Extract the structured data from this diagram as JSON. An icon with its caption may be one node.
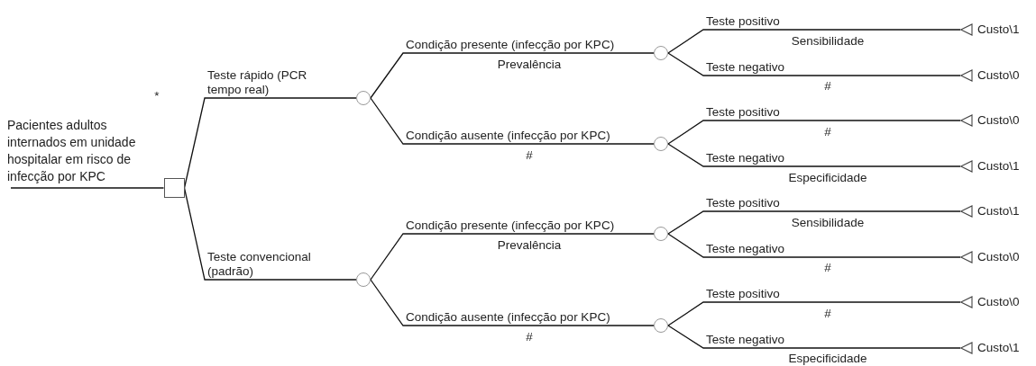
{
  "diagram": {
    "nodes": [
      {
        "text": [],
        "shape": "box",
        "beside": [
          "Pacientes adultos internados em unidade hospitalar em risco de infecção por KPC"
        ]
      },
      {
        "text": [],
        "shape": "circle"
      },
      {
        "text": [],
        "shape": "circle"
      },
      {
        "text": [
          "Custo\\1"
        ]
      },
      {
        "text": [
          "Custo\\0"
        ]
      },
      {
        "text": [],
        "shape": "circle"
      },
      {
        "text": [
          "Custo\\0"
        ]
      },
      {
        "text": [
          "Custo\\1"
        ]
      },
      {
        "text": [],
        "shape": "circle"
      },
      {
        "text": [],
        "shape": "circle"
      },
      {
        "text": [
          "Custo\\1"
        ]
      },
      {
        "text": [
          "Custo\\0"
        ]
      },
      {
        "text": [],
        "shape": "circle"
      },
      {
        "text": [
          "Custo\\0"
        ]
      },
      {
        "text": [
          "Custo\\1"
        ]
      }
    ],
    "edges": [
      {
        "from": null,
        "to": 0,
        "arrow": "none"
      },
      {
        "from": 0,
        "to": 1,
        "arrow": "none",
        "label": "Teste rápido (PCR tempo real)"
      },
      {
        "from": 0,
        "to": 8,
        "arrow": "none",
        "label": "Teste convencional (padrão)"
      },
      {
        "from": 1,
        "to": 2,
        "arrow": "none",
        "label": "Condição presente (infecção por KPC)"
      },
      {
        "from": 1,
        "to": 5,
        "arrow": "none",
        "label": "Condição ausente (infecção por KPC)"
      },
      {
        "from": 2,
        "to": 3,
        "arrow": "none",
        "label": "Teste positivo"
      },
      {
        "from": 2,
        "to": 4,
        "arrow": "none",
        "label": "Teste negativo"
      },
      {
        "from": 5,
        "to": 6,
        "arrow": "none",
        "label": "Teste positivo"
      },
      {
        "from": 5,
        "to": 7,
        "arrow": "none",
        "label": "Teste negativo"
      },
      {
        "from": 8,
        "to": 9,
        "arrow": "none",
        "label": "Condição presente (infecção por KPC)"
      },
      {
        "from": 8,
        "to": 12,
        "arrow": "none",
        "label": "Condição ausente (infecção por KPC)"
      },
      {
        "from": 9,
        "to": 10,
        "arrow": "none",
        "label": "Teste positivo"
      },
      {
        "from": 9,
        "to": 11,
        "arrow": "none",
        "label": "Teste negativo"
      },
      {
        "from": 12,
        "to": 13,
        "arrow": "none",
        "label": "Teste positivo"
      },
      {
        "from": 12,
        "to": 14,
        "arrow": "none",
        "label": "Teste negativo"
      }
    ],
    "labels": [
      "*",
      "Prevalência",
      "#",
      "Sensibilidade",
      "#",
      "#",
      "Especificidade",
      "Prevalência",
      "#",
      "Sensibilidade",
      "#",
      "#",
      "Especificidade"
    ]
  }
}
